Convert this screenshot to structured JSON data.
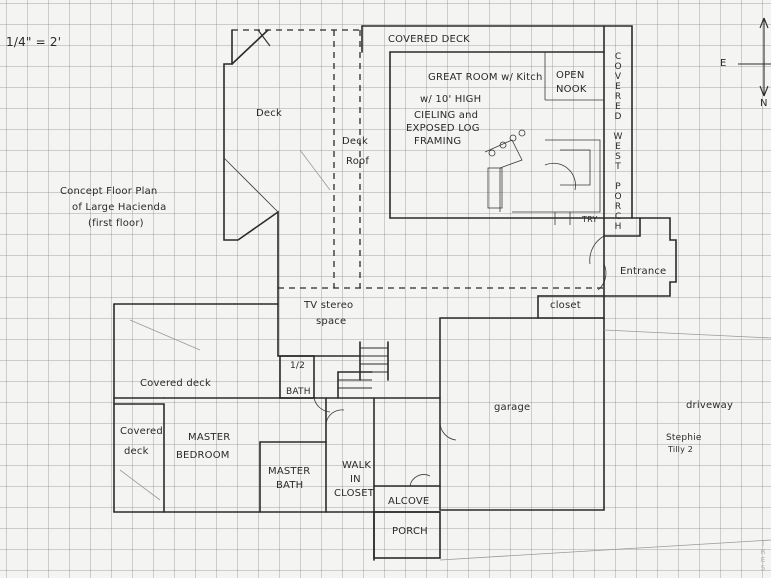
{
  "scale": "1/4\" = 2'",
  "compass": {
    "east": "E",
    "north": "N"
  },
  "title": {
    "line1": "Concept Floor Plan",
    "line2": "of Large Hacienda",
    "line3": "(first floor)"
  },
  "rooms": {
    "covered_deck_top": "COVERED DECK",
    "great_room_line1": "GREAT ROOM w/ Kitch",
    "great_room_line2": "w/ 10' HIGH",
    "great_room_line3": "CIELING and",
    "great_room_line4": "EXPOSED LOG",
    "great_room_line5": "FRAMING",
    "open_nook_line1": "OPEN",
    "open_nook_line2": "NOOK",
    "covered_west_porch": "COVERED WEST PORCH",
    "deck": "Deck",
    "deck_roof_line1": "Deck",
    "deck_roof_line2": "Roof",
    "tv_stereo_line1": "TV stereo",
    "tv_stereo_line2": "space",
    "half_bath_line1": "1/2",
    "half_bath_line2": "BATH",
    "entrance": "Entrance",
    "closet": "closet",
    "garage": "garage",
    "driveway": "driveway",
    "covered_deck_mid": "Covered deck",
    "covered_deck_left_line1": "Covered",
    "covered_deck_left_line2": "deck",
    "master_bedroom_line1": "MASTER",
    "master_bedroom_line2": "BEDROOM",
    "master_bath_line1": "MASTER",
    "master_bath_line2": "BATH",
    "walk_in_closet_line1": "WALK",
    "walk_in_closet_line2": "IN",
    "walk_in_closet_line3": "CLOSET",
    "alcove": "ALCOVE",
    "porch": "PORCH",
    "try": "TRY"
  },
  "signature": {
    "line1": "Stephie",
    "line2": "Tilly 2"
  },
  "watermark": "IRES"
}
